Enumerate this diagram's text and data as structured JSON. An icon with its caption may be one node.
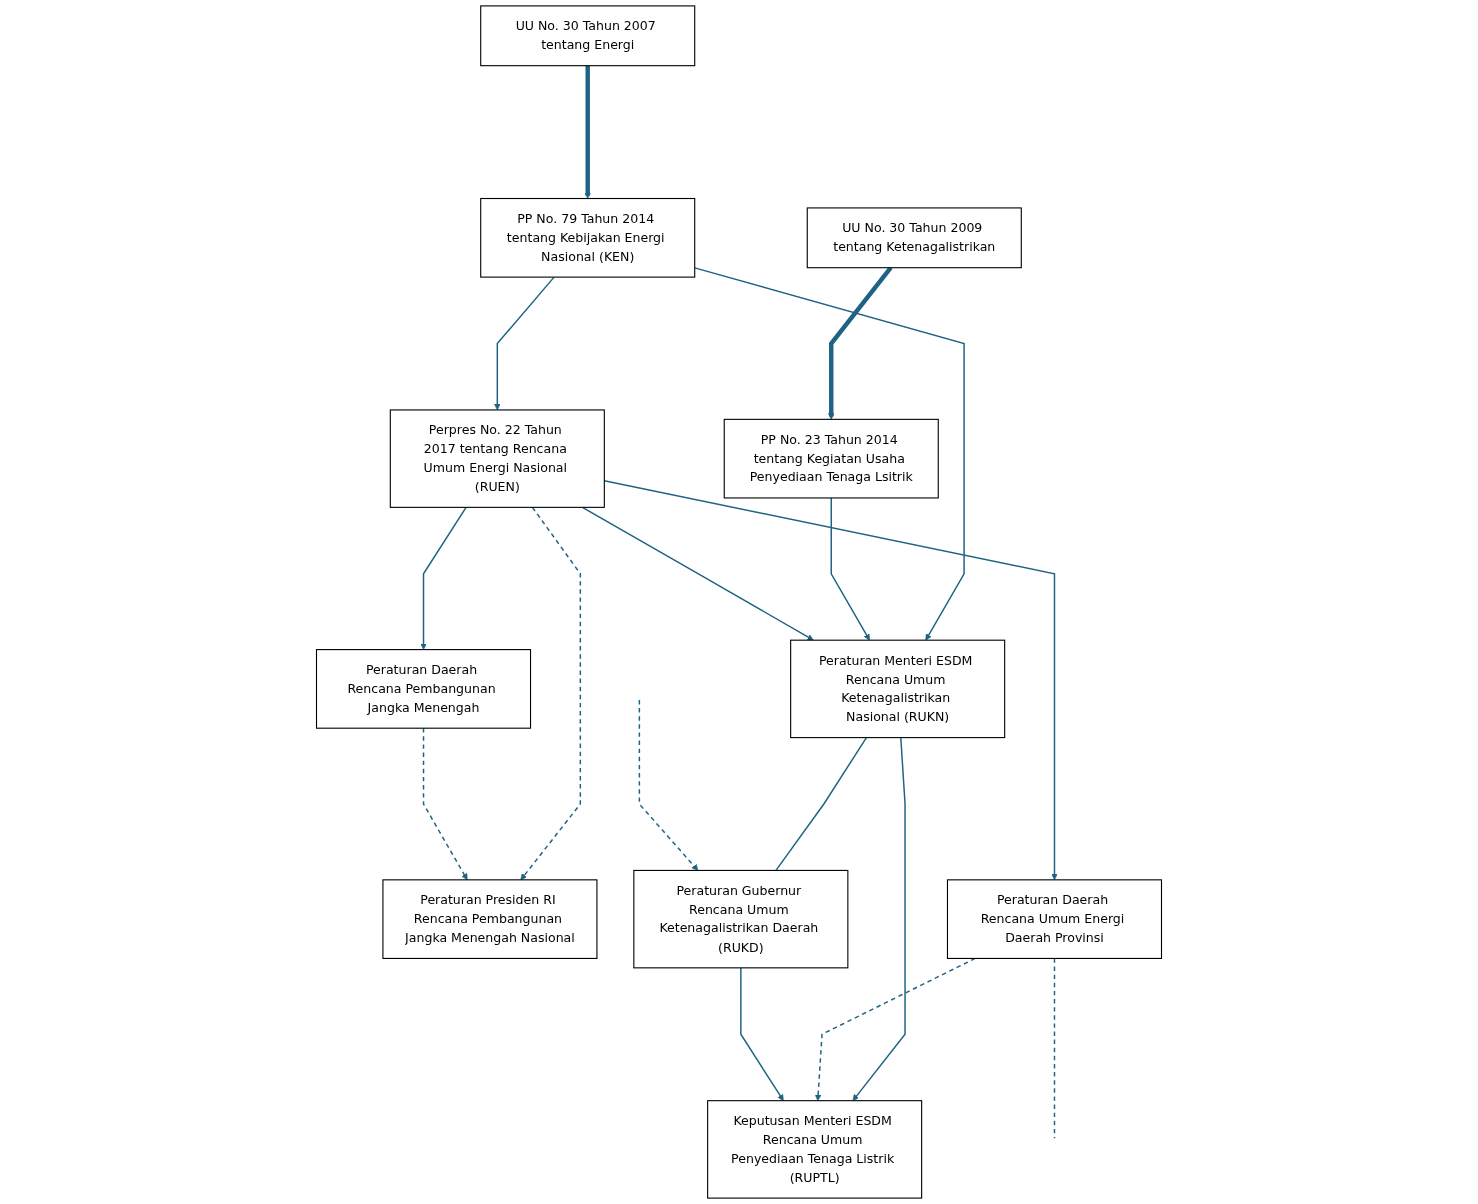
{
  "diagram": {
    "nodes": [
      {
        "text": [
          "UU No. 30 Tahun 2007 tentang Energi"
        ]
      },
      {
        "text": [
          "UU No. 30 Tahun 2009 tentang Ketenagalistrikan"
        ]
      },
      {
        "text": [
          "PP No. 79 Tahun 2014 tentang Kebijakan Energi Nasional (KEN)"
        ]
      },
      {
        "text": [
          "PP No. 23 Tahun 2014 tentang Kegiatan Usaha Penyediaan Tenaga Lsitrik"
        ]
      },
      {
        "text": [
          "Peraturan Presiden RI Rencana Pembangunan Jangka Menengah Nasional"
        ]
      },
      {
        "text": [
          "Perpres No. 22 Tahun 2017 tentang Rencana Umum Energi Nasional (RUEN)"
        ]
      },
      {
        "text": [
          "Peraturan Menteri ESDM Rencana Umum Ketenagalistrikan Nasional (RUKN)"
        ]
      },
      {
        "text": [
          "Peraturan Daerah Rencana Pembangunan Jangka Menengah"
        ]
      },
      {
        "text": [
          "Peraturan Daerah Rencana Umum Energi Daerah Provinsi"
        ]
      },
      {
        "text": [
          "Keputusan Menteri ESDM Rencana Umum Penyediaan Tenaga Listrik (RUPTL)"
        ]
      },
      {
        "text": [
          "Peraturan Gubernur Rencana Umum Ketenagalistrikan Daerah (RUKD)"
        ]
      }
    ],
    "edges": [
      {
        "from": 0,
        "to": 2,
        "arrow": "to",
        "style": "thick"
      },
      {
        "from": 1,
        "to": 3,
        "arrow": "to",
        "style": "thick"
      },
      {
        "from": 2,
        "to": 5,
        "arrow": "to"
      },
      {
        "from": 2,
        "to": 6,
        "arrow": "to"
      },
      {
        "from": 3,
        "to": 6,
        "arrow": "to"
      },
      {
        "from": 5,
        "to": 4,
        "arrow": "to",
        "style": "dashed"
      },
      {
        "from": 5,
        "to": 6,
        "arrow": "to"
      },
      {
        "from": 5,
        "to": 7,
        "arrow": "to"
      },
      {
        "from": 5,
        "to": 8,
        "arrow": "to"
      },
      {
        "from": 6,
        "to": 9,
        "arrow": "to"
      },
      {
        "from": 6,
        "to": 10,
        "arrow": "none"
      },
      {
        "from": 7,
        "to": 4,
        "arrow": "to",
        "style": "dashed"
      },
      {
        "from": 8,
        "to": 9,
        "arrow": "to",
        "style": "dashed"
      },
      {
        "from": 10,
        "to": 9,
        "arrow": "to"
      },
      {
        "from": 8,
        "to": null,
        "arrow": "none",
        "style": "dashed"
      },
      {
        "from": null,
        "to": 10,
        "arrow": "to",
        "style": "dashed"
      }
    ]
  }
}
